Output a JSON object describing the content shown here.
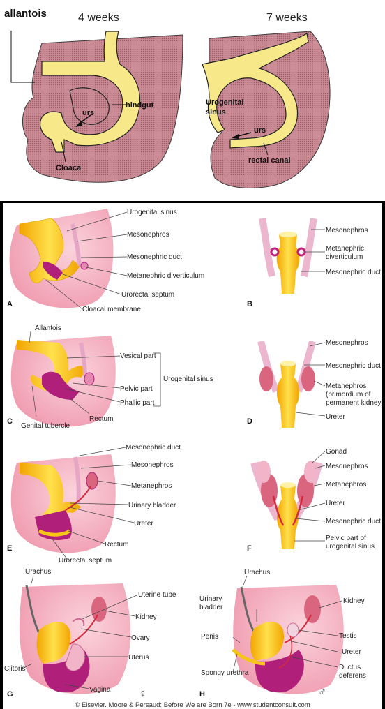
{
  "top": {
    "allantois_label": "allantois",
    "week4_title": "4 weeks",
    "week7_title": "7 weeks",
    "labels_4w": {
      "urs": "urs",
      "hindgut": "hindgut",
      "cloaca": "Cloaca"
    },
    "labels_7w": {
      "sinus_line1": "Urogenital",
      "sinus_line2": "sinus",
      "urs": "urs",
      "rectal_canal": "rectal canal"
    }
  },
  "panels": {
    "A": {
      "letter": "A",
      "labels": [
        "Urogenital sinus",
        "Mesonephros",
        "Mesonephric duct",
        "Metanephric diverticulum",
        "Urorectal septum",
        "Cloacal membrane"
      ]
    },
    "B": {
      "letter": "B",
      "labels": [
        "Mesonephros",
        "Metanephric",
        "diverticulum",
        "Mesonephric duct"
      ]
    },
    "C": {
      "letter": "C",
      "labels": [
        "Allantois",
        "Vesical part",
        "Pelvic part",
        "Phallic part",
        "Rectum",
        "Genital tubercle"
      ],
      "bracket_label": "Urogenital sinus"
    },
    "D": {
      "letter": "D",
      "labels": [
        "Mesonephros",
        "Mesonephric duct",
        "Metanephros",
        "(primordium of",
        "permanent kidney)",
        "Ureter"
      ]
    },
    "E": {
      "letter": "E",
      "labels": [
        "Mesonephric duct",
        "Mesonephros",
        "Metanephros",
        "Urinary bladder",
        "Ureter",
        "Rectum",
        "Urorectal septum"
      ]
    },
    "F": {
      "letter": "F",
      "labels": [
        "Gonad",
        "Mesonephros",
        "Metanephros",
        "Ureter",
        "Mesonephric duct",
        "Pelvic part of",
        "urogenital sinus"
      ]
    },
    "G": {
      "letter": "G",
      "labels": [
        "Urachus",
        "Uterine tube",
        "Kidney",
        "Ovary",
        "Uterus",
        "Clitoris",
        "Vagina"
      ],
      "symbol": "♀"
    },
    "H": {
      "letter": "H",
      "labels": [
        "Urachus",
        "Urinary",
        "bladder",
        "Kidney",
        "Testis",
        "Penis",
        "Ureter",
        "Spongy urethra",
        "Ductus",
        "deferens"
      ],
      "symbol": "♂"
    }
  },
  "footer": "© Elsevier. Moore & Persaud: Before We are Born 7e - www.studentconsult.com",
  "colors": {
    "mesoderm": "#c97a8c",
    "endoderm": "#f7e88a",
    "tissue_pink": "#f4a8b8",
    "duct_red": "#d6283c",
    "yellow": "#f5c518",
    "magenta": "#b0207a"
  }
}
